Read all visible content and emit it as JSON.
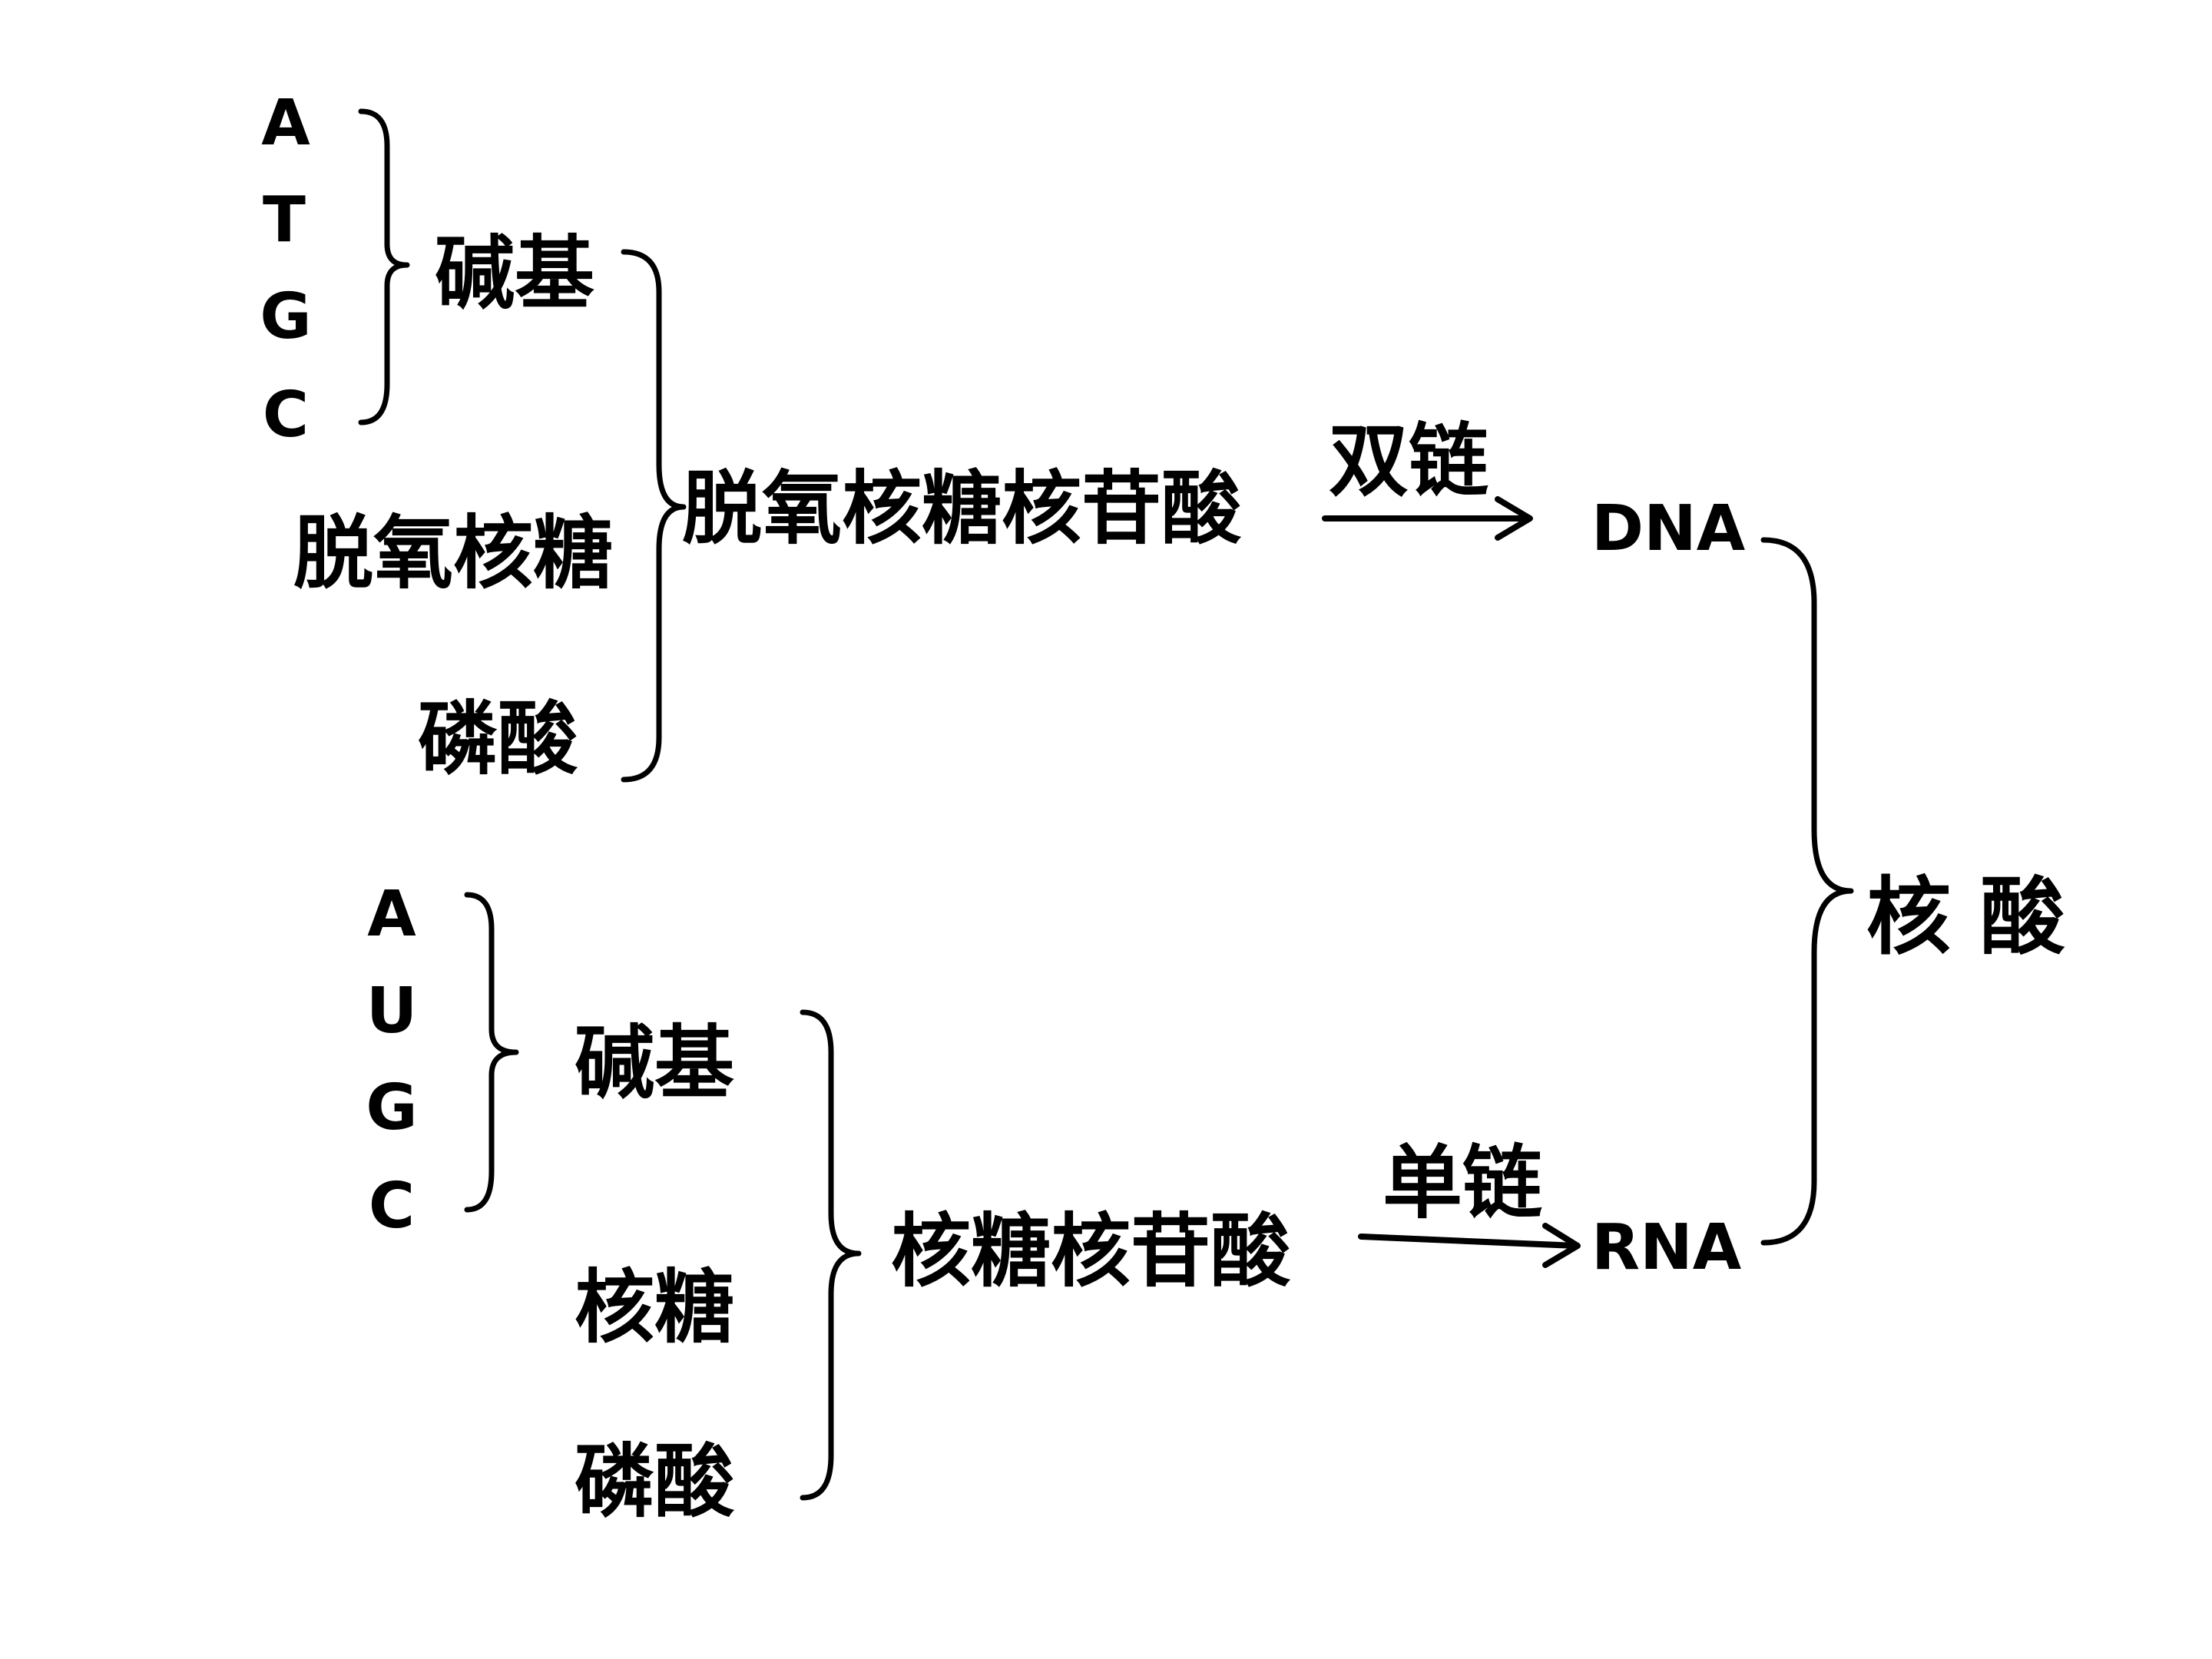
{
  "diagram": {
    "dna_branch": {
      "bases": [
        "A",
        "T",
        "G",
        "C"
      ],
      "base_group_label": "碱基",
      "sugar_label": "脱氧核糖",
      "phosphate_label": "磷酸",
      "nucleotide_label": "脱氧核糖核苷酸",
      "strand_label": "双链",
      "acid_label": "DNA"
    },
    "rna_branch": {
      "bases": [
        "A",
        "U",
        "G",
        "C"
      ],
      "base_group_label": "碱基",
      "sugar_label": "核糖",
      "phosphate_label": "磷酸",
      "nucleotide_label": "核糖核苷酸",
      "strand_label": "单链",
      "acid_label": "RNA"
    },
    "root_label": "核 酸"
  }
}
